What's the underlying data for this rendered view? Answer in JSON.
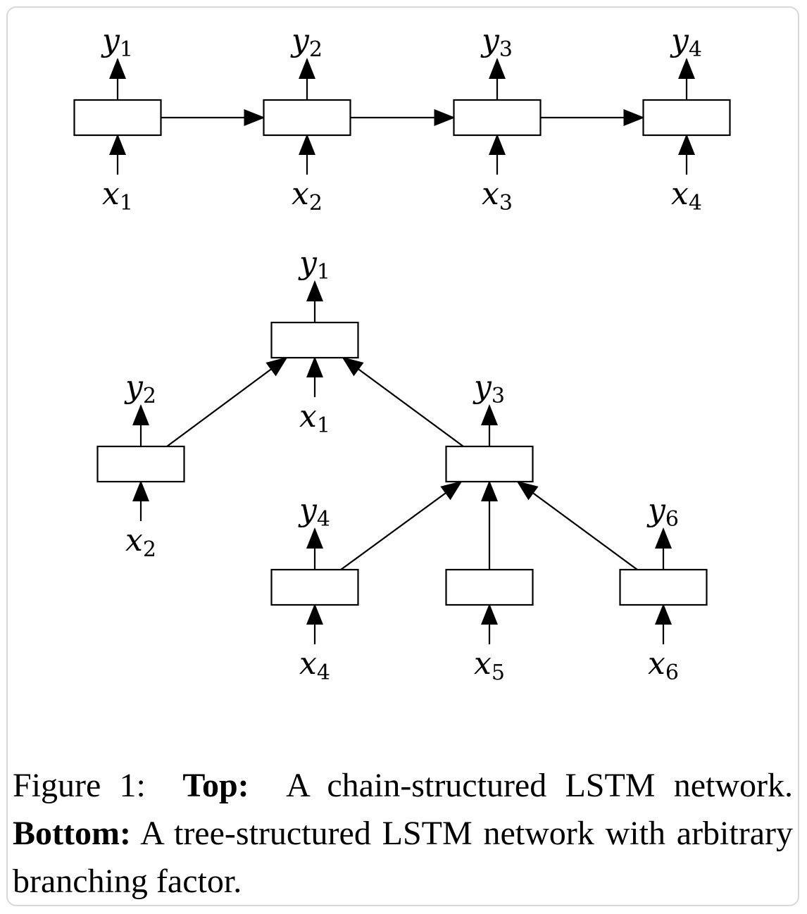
{
  "top": {
    "nodes": [
      {
        "id": "t1",
        "x_label": "x",
        "x_sub": "1",
        "y_label": "y",
        "y_sub": "1"
      },
      {
        "id": "t2",
        "x_label": "x",
        "x_sub": "2",
        "y_label": "y",
        "y_sub": "2"
      },
      {
        "id": "t3",
        "x_label": "x",
        "x_sub": "3",
        "y_label": "y",
        "y_sub": "3"
      },
      {
        "id": "t4",
        "x_label": "x",
        "x_sub": "4",
        "y_label": "y",
        "y_sub": "4"
      }
    ],
    "edges": [
      [
        "t1",
        "t2"
      ],
      [
        "t2",
        "t3"
      ],
      [
        "t3",
        "t4"
      ]
    ]
  },
  "bottom": {
    "nodes": [
      {
        "id": "b1",
        "x_label": "x",
        "x_sub": "1",
        "y_label": "y",
        "y_sub": "1"
      },
      {
        "id": "b2",
        "x_label": "x",
        "x_sub": "2",
        "y_label": "y",
        "y_sub": "2"
      },
      {
        "id": "b3",
        "x_label": "",
        "x_sub": "",
        "y_label": "y",
        "y_sub": "3"
      },
      {
        "id": "b4",
        "x_label": "x",
        "x_sub": "4",
        "y_label": "y",
        "y_sub": "4"
      },
      {
        "id": "b5",
        "x_label": "x",
        "x_sub": "5",
        "y_label": "",
        "y_sub": ""
      },
      {
        "id": "b6",
        "x_label": "x",
        "x_sub": "6",
        "y_label": "y",
        "y_sub": "6"
      }
    ],
    "edges": [
      [
        "b2",
        "b1"
      ],
      [
        "b3",
        "b1"
      ],
      [
        "b4",
        "b3"
      ],
      [
        "b5",
        "b3"
      ],
      [
        "b6",
        "b3"
      ]
    ]
  },
  "caption": {
    "prefix": "Figure 1:",
    "top_label": "Top:",
    "top_text": "A chain-structured LSTM network.",
    "bottom_label": "Bottom:",
    "bottom_text": "A tree-structured LSTM network with arbitrary branching factor."
  }
}
